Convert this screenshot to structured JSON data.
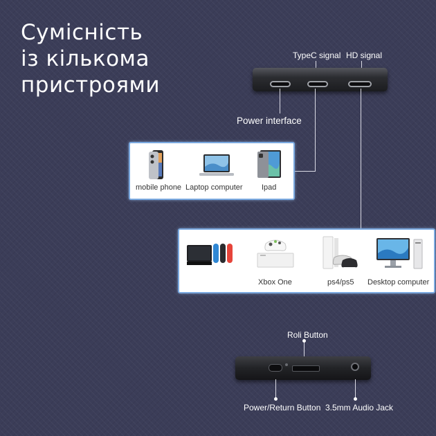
{
  "headline": {
    "line1": "Сумісність",
    "line2": "із кількома",
    "line3": "пристроями"
  },
  "top_device": {
    "typec_label": "TypeC signal",
    "hd_label": "HD signal",
    "power_label": "Power interface"
  },
  "panel_mobile": {
    "items": [
      {
        "label": "mobile phone"
      },
      {
        "label": "Laptop computer"
      },
      {
        "label": "Ipad"
      }
    ]
  },
  "panel_console": {
    "items": [
      {
        "label": ""
      },
      {
        "label": "Xbox One"
      },
      {
        "label": "ps4/ps5"
      },
      {
        "label": "Desktop computer"
      }
    ]
  },
  "bottom_device": {
    "roli_label": "Roli Button",
    "power_return_label": "Power/Return Button",
    "audio_label": "3.5mm Audio Jack"
  }
}
